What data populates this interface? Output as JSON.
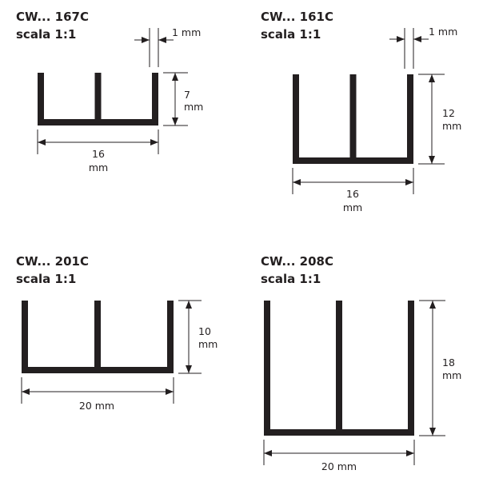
{
  "profiles": [
    {
      "code": "CW... 167C",
      "scale": "scala 1:1",
      "thickness": "1 mm",
      "height_value": "7",
      "height_unit": "mm",
      "width_value": "16",
      "width_unit": "mm"
    },
    {
      "code": "CW... 161C",
      "scale": "scala 1:1",
      "thickness": "1 mm",
      "height_value": "12",
      "height_unit": "mm",
      "width_value": "16",
      "width_unit": "mm"
    },
    {
      "code": "CW... 201C",
      "scale": "scala 1:1",
      "height_value": "10",
      "height_unit": "mm",
      "width_label": "20 mm"
    },
    {
      "code": "CW... 208C",
      "scale": "scala 1:1",
      "height_value": "18",
      "height_unit": "mm",
      "width_label": "20 mm"
    }
  ],
  "colors": {
    "ink": "#231f20",
    "background": "#ffffff"
  }
}
